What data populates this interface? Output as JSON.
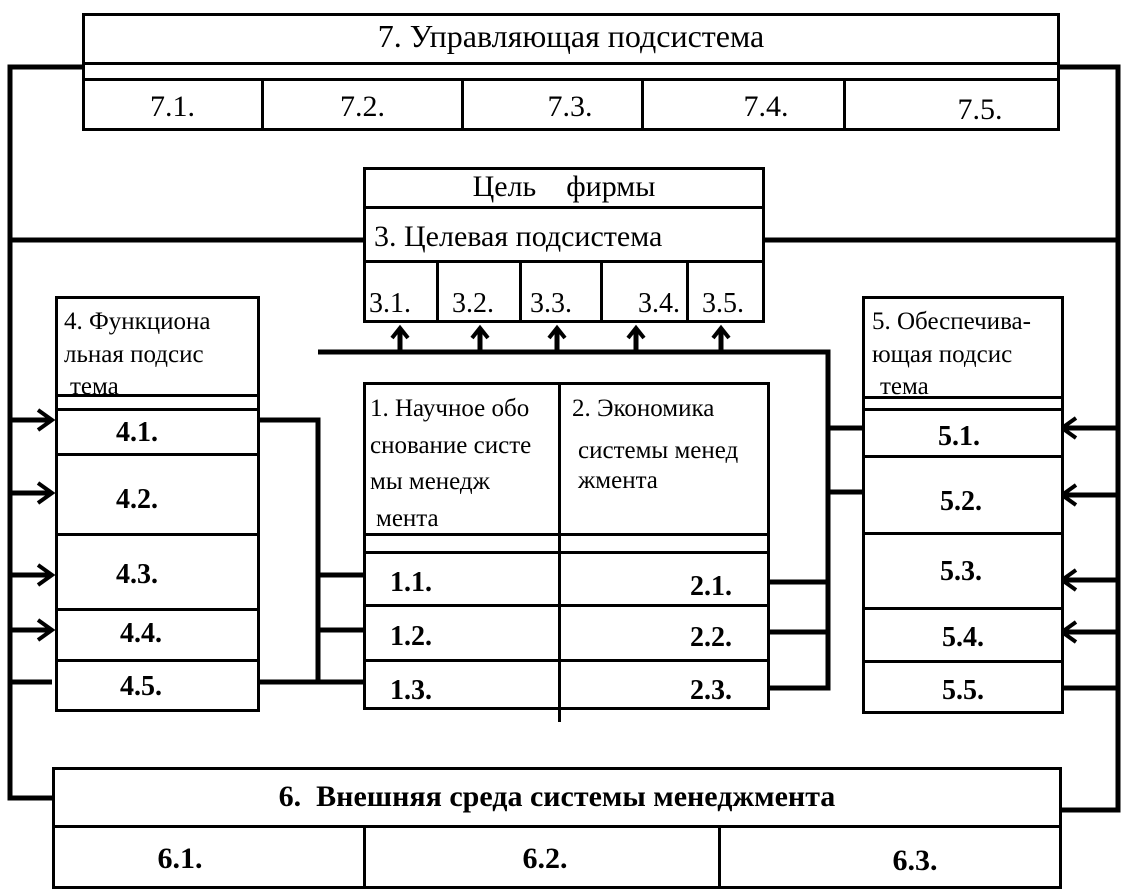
{
  "subsystem7": {
    "title": "7. Управляющая подсистема",
    "items": [
      "7.1.",
      "7.2.",
      "7.3.",
      "7.4.",
      "7.5."
    ]
  },
  "goal": {
    "title": "Цель    фирмы",
    "subsystem3_title": "3. Целевая подсистема",
    "items": [
      "3.1.",
      "3.2.",
      "3.3.",
      "3.4.",
      "3.5."
    ]
  },
  "subsystem4": {
    "title_lines": [
      "4. Функциона",
      "льная подсис",
      "тема"
    ],
    "items": [
      "4.1.",
      "4.2.",
      "4.3.",
      "4.4.",
      "4.5."
    ]
  },
  "subsystem5": {
    "title_lines": [
      "5. Обеспечива-",
      "ющая подсис",
      "тема"
    ],
    "items": [
      "5.1.",
      "5.2.",
      "5.3.",
      "5.4.",
      "5.5."
    ]
  },
  "subsystem1": {
    "title_lines": [
      "1. Научное обо",
      "снование систе",
      "мы менедж",
      "мента"
    ],
    "items": [
      "1.1.",
      "1.2.",
      "1.3."
    ]
  },
  "subsystem2": {
    "title_lines": [
      "2. Экономика",
      "системы менед",
      "жмента"
    ],
    "items": [
      "2.1.",
      "2.2.",
      "2.3."
    ]
  },
  "subsystem6": {
    "title": "6.  Внешняя среда системы менеджмента",
    "items": [
      "6.1.",
      "6.2.",
      "6.3."
    ]
  }
}
